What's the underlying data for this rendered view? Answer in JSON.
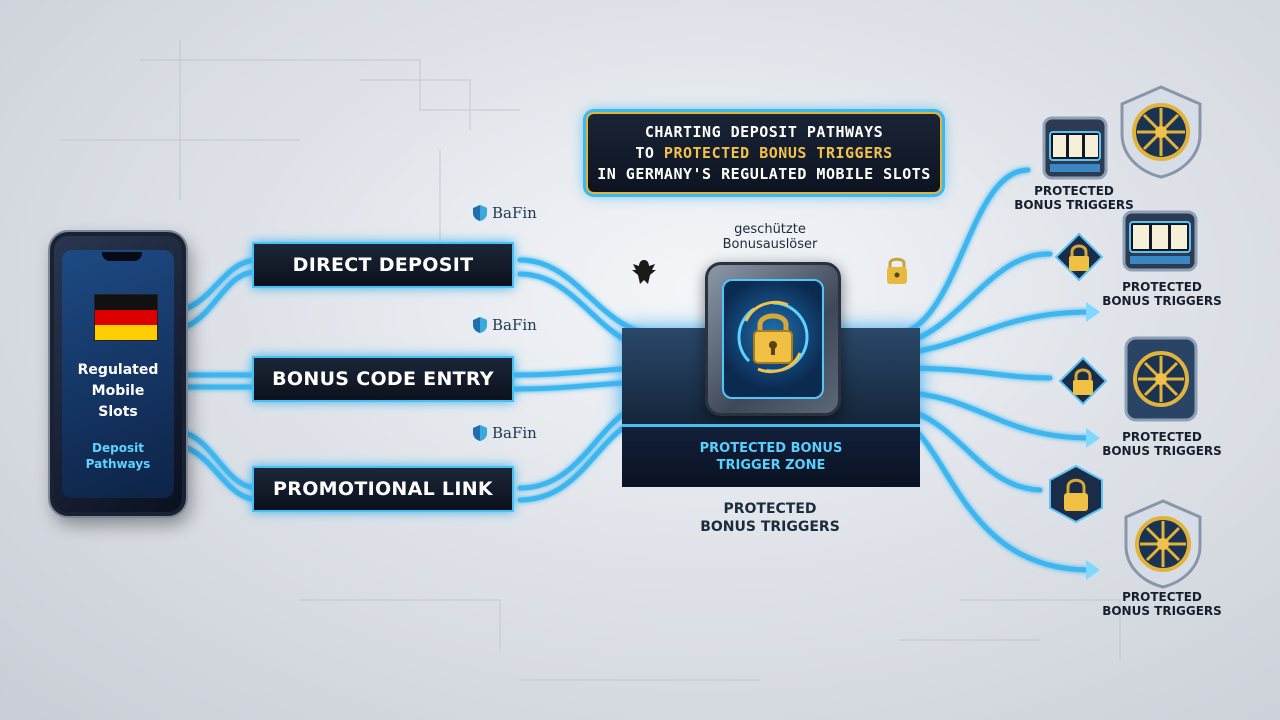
{
  "title": {
    "line1": "Charting Deposit Pathways",
    "line2_pre": "To ",
    "line2_accent": "Protected Bonus Triggers",
    "line3": "In Germany's Regulated Mobile Slots"
  },
  "phone": {
    "title_lines": [
      "Regulated",
      "Mobile",
      "Slots"
    ],
    "subtitle_lines": [
      "Deposit",
      "Pathways"
    ]
  },
  "pathways": [
    {
      "label": "Direct Deposit"
    },
    {
      "label": "Bonus Code Entry"
    },
    {
      "label": "Promotional Link"
    }
  ],
  "regulator": {
    "name": "BaFin"
  },
  "center": {
    "heading_lines": [
      "geschützte",
      "Bonusauslöser"
    ],
    "zone_lines": [
      "Protected Bonus",
      "Trigger Zone"
    ],
    "sub_lines": [
      "Protected",
      "Bonus Triggers"
    ]
  },
  "right_label_lines": [
    "Protected",
    "Bonus Triggers"
  ],
  "colors": {
    "glow": "#48c0f4",
    "accent": "#f2c14b",
    "dark_panel": "#0d1421",
    "flag_black": "#111111",
    "flag_red": "#dd0000",
    "flag_gold": "#ffce00"
  },
  "icons": [
    "smartphone-icon",
    "germany-flag-icon",
    "bafin-shield-icon",
    "vault-icon",
    "padlock-icon",
    "eagle-emblem-icon",
    "slot-machine-icon",
    "bonus-wheel-icon"
  ]
}
